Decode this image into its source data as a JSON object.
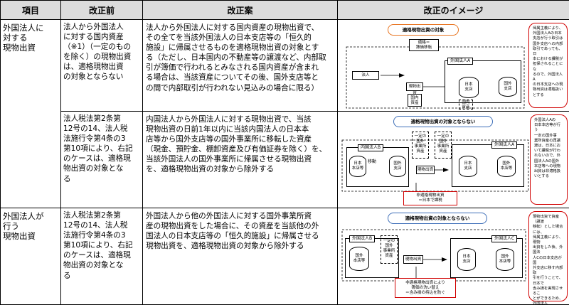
{
  "header": {
    "col1": "項目",
    "col2": "改正前",
    "col3": "改正案",
    "col4": "改正のイメージ"
  },
  "rows": [
    {
      "item": "外国法人に\n対する\n現物出資",
      "before": "法人から外国法人\nに対する国内資産\n（※1）（一定のもの\nを除く）の現物出資\nは、適格現物出資\nの対象とならない",
      "after": "法人から外国法人に対する国内資産の現物出資で、\nその全てを当該外国法人の日本支店等の「恒久的\n施設」に帰属させるものを適格現物出資の対象とす\nる（ただし、日本国内の不動産等の譲渡など、内部取\n引が簿価で行われるとみなされる国内資産が含まれ\nる場合は、当該資産についてその後、国外支店等と\nの間で内部取引が行われない見込みの場合に限る）",
      "image": {
        "title": "適格現物出資の対象",
        "label_qualified": "適格＝\n簿価移転",
        "corp": "法人",
        "foreign_corp": "外国法人A",
        "jp_branch": "日本\n支店",
        "foreign_hq": "国外\n支店",
        "inkind": "現物出資",
        "asset": "国内\n資産",
        "asset2": "国内\n資産",
        "note": "帰属主義により、\n外国法人Aの日本\n支店が行う取引は\n国外支店への内部\n取引であっても、日\n本における課税が\n担保されることにな\nるので、外国法人A\nの日本支店への現\n物出資は適格扱い\nとする"
      }
    },
    {
      "item": "",
      "before": "法人税法第2条第\n12号の14、法人税\n法施行令第4条の3\n第10項により、右記\nのケースは、適格現\n物出資の対象とな\nる",
      "after": "内国法人から外国法人に対する現物出資で、当該\n現物出資の日前1年以内に当該内国法人の日本本\n店等から国外支店等の国外事業所に移転した資産\n（現金、預貯金、棚卸資産及び有価証券を除く）を、\n当該外国法人の国外事業所に帰属させる現物出資\nを、適格現物出資の対象から除外する",
      "image": {
        "title": "適格現物出資の対象とならない",
        "domestic_corp": "内国法人B",
        "foreign_corp": "外国法人A",
        "jp_hq": "日本\n本店等",
        "foreign_branch": "国外\n支店",
        "pe1": "一定の\n国外\n事業所\n資産",
        "pe2": "一定の\n国外\n事業所\n資産",
        "move": "移動",
        "inkind": "現物出資",
        "jp_branch": "日本\n支店",
        "foreign_hq": "国外\n本店等",
        "nonqual": "非適格現物出資\n＝日本で課税",
        "note": "外国法人Aの\n日本本店等が行う\n一定の国外事\n業所資産の再譲\n渡は、日本にお\nいて課税が行わ\nれないので、外\n国法人Aの国外\n本店等への現物\n出資は非適格扱\nいとする"
      }
    },
    {
      "item": "外国法人が\n行う\n現物出資",
      "before": "法人税法第2条第\n12号の14、法人税\n法施行令第4条の3\n第10項により、右記\nのケースは、適格現\n物出資の対象とな\nる",
      "after": "外国法人から他の外国法人に対する国外事業所資\n産の現物出資をした場合に、その資産を当該他の外\n国法人の日本支店等の「恒久的施設」に帰属させる\n現物出資を、適格現物出資の対象から除外する",
      "image": {
        "title": "適格現物出資の対象とならない",
        "foreign_b": "外国法人B",
        "foreign_c": "外国法人C",
        "hq_b": "国外\n本店等",
        "pe": "一定の\n国外\n事業所\n資産",
        "jp_branch": "日本\n支店",
        "foreign_hq_c": "国外\n本店等",
        "inkind": "現物出資",
        "nonqual": "非適格現物出資により\n簿価の洗い替え\n＝含み損の持込を防ぐ",
        "note": "現物出資で資産（譲渡\n移転）とした場合には、\n帰属主義により、現物\n出資をした後、外国法\n人Cの日本支店が国\n外支店に移す内部取\n引を行うことで、日本で\n含み損を実現させるこ\nとができるため、外国法人\nCの日本支店への現物\n出資は非適格扱い\nとする"
      }
    }
  ],
  "colors": {
    "title_orange": "#e8741f",
    "title_blue": "#3e6fb8",
    "note_red": "#d00000",
    "arrow_blue": "#1f5fb0",
    "move_fill": "#b9cde8"
  }
}
